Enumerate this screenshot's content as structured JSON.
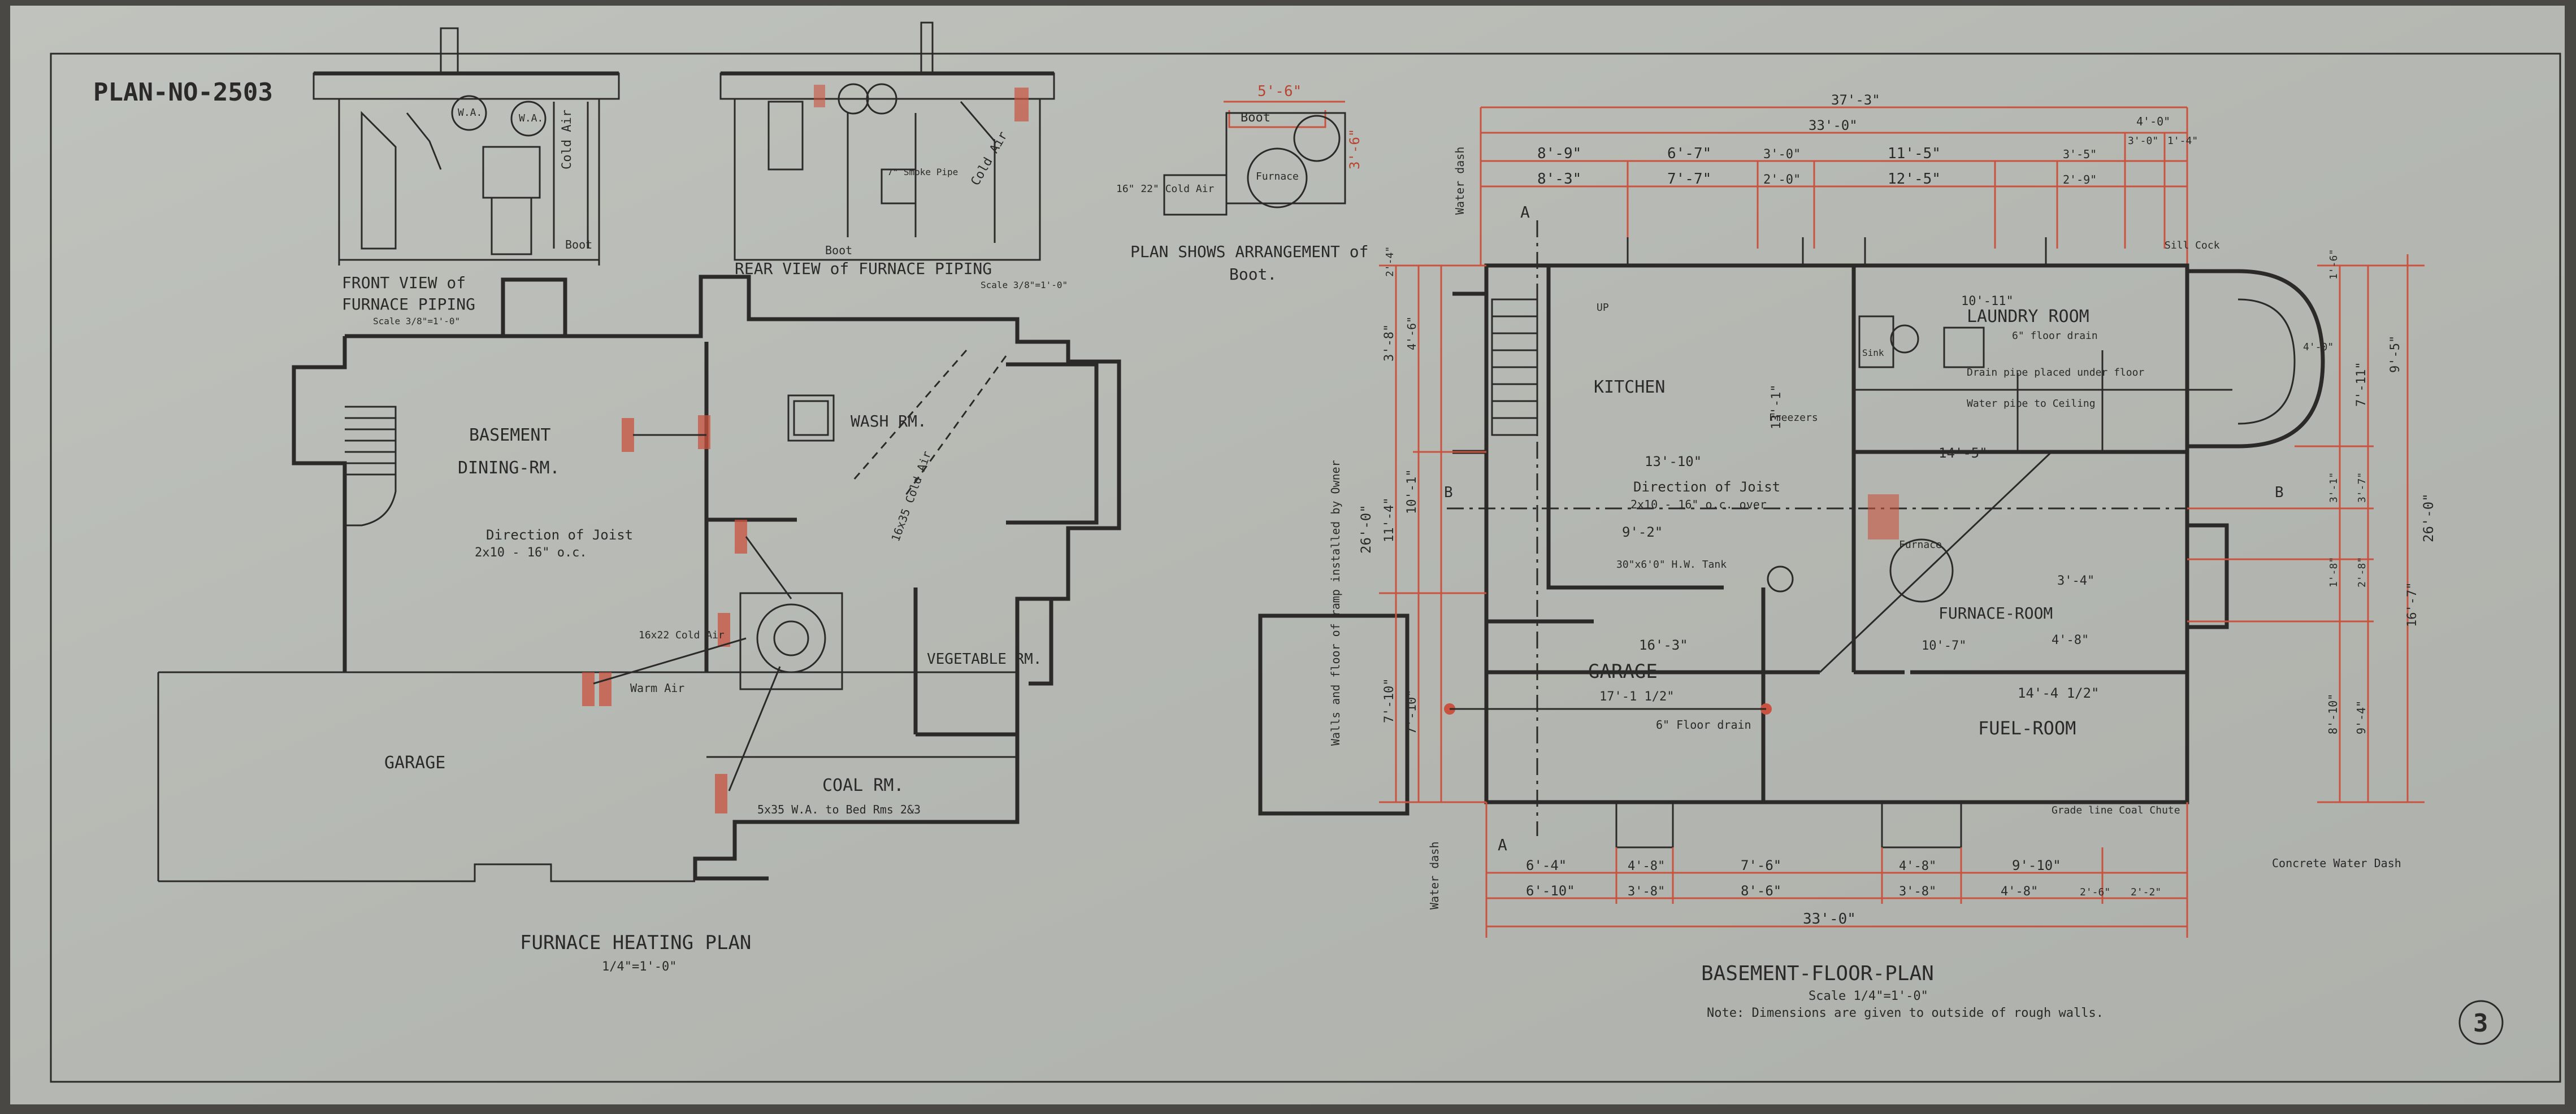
{
  "colors": {
    "paper": "#b9bcb6",
    "ink": "#2b2a28",
    "red": "#c9533f",
    "frame": "#4a4844"
  },
  "sheet": {
    "plan_no": "PLAN-NO-2503",
    "sheet_no": "3"
  },
  "front_view": {
    "title": "FRONT VIEW of",
    "title2": "FURNACE PIPING",
    "scale": "Scale 3/8\"=1'-0\"",
    "cold_air": "Cold Air",
    "boot": "Boot",
    "wa1": "W.A.",
    "wa2": "W.A."
  },
  "rear_view": {
    "title": "REAR VIEW of FURNACE PIPING",
    "scale": "Scale 3/8\"=1'-0\"",
    "cold_air": "Cold Air",
    "boot": "Boot",
    "smoke": "7\" Smoke Pipe"
  },
  "boot_plan": {
    "dim_w": "5'-6\"",
    "dim_h": "3'-6\"",
    "boot": "Boot",
    "furnace": "Furnace",
    "cold_air": "16\" 22\" Cold Air",
    "note": "PLAN SHOWS ARRANGEMENT of",
    "note2": "Boot."
  },
  "heating_plan": {
    "title": "FURNACE HEATING PLAN",
    "scale": "1/4\"=1'-0\"",
    "rooms": {
      "dining": "BASEMENT",
      "dining2": "DINING-RM.",
      "wash": "WASH RM.",
      "vegetable": "VEGETABLE RM.",
      "coal": "COAL RM.",
      "garage": "GARAGE"
    },
    "notes": {
      "joist": "Direction of Joist",
      "joist2": "2x10 - 16\" o.c.",
      "warm_air": "Warm Air",
      "cold_air": "16x22 Cold Air",
      "bed_rms": "5x35 W.A. to Bed Rms 2&3",
      "cold_air2": "16x35 Cold Air"
    }
  },
  "floor_plan": {
    "title": "BASEMENT-FLOOR-PLAN",
    "scale": "Scale 1/4\"=1'-0\"",
    "note": "Note: Dimensions are given to outside of rough walls.",
    "rooms": {
      "kitchen": "KITCHEN",
      "laundry": "LAUNDRY ROOM",
      "furnace": "FURNACE-ROOM",
      "garage": "GARAGE",
      "fuel": "FUEL-ROOM"
    },
    "notes": {
      "joist": "Direction of Joist",
      "joist2": "2x10 - 16\" o.c. over",
      "floor_drain": "6\" Floor drain",
      "floor_drain2": "6\" floor drain",
      "drain_pipe": "Drain pipe placed under floor",
      "water_pipe": "Water pipe to Ceiling",
      "tank": "30\"x6'0\" H.W. Tank",
      "ramp": "Walls and floor of ramp installed by Owner",
      "furnace": "Furnace",
      "up": "UP",
      "water_dash": "Water dash",
      "water_dash2": "Water dash",
      "concrete": "Concrete Water Dash",
      "grade": "Grade line Coal Chute",
      "sill": "Sill Cock",
      "freezers": "Freezers",
      "sink": "Sink"
    },
    "section": {
      "a": "A",
      "b": "B"
    },
    "dims_top": {
      "overall": "37'-3\"",
      "d33": "33'-0\"",
      "d89": "8'-9\"",
      "d83": "8'-3\"",
      "d67": "6'-7\"",
      "d77": "7'-7\"",
      "d30": "3'-0\"",
      "d20": "2'-0\"",
      "d115": "11'-5\"",
      "d125": "12'-5\"",
      "d35": "3'-5\"",
      "d29": "2'-9\"",
      "d40": "4'-0\"",
      "d30b": "3'-0\"",
      "d14": "1'-4\""
    },
    "dims_bottom": {
      "d64": "6'-4\"",
      "d610": "6'-10\"",
      "d48": "4'-8\"",
      "d38": "3'-8\"",
      "d76": "7'-6\"",
      "d86": "8'-6\"",
      "d48b": "4'-8\"",
      "d38b": "3'-8\"",
      "d910": "9'-10\"",
      "d48c": "4'-8\"",
      "d26": "2'-6\"",
      "d22": "2'-2\"",
      "total": "33'-0\""
    },
    "dims_right": {
      "d95": "9'-5\"",
      "d711": "7'-11\"",
      "d16": "1'-6\"",
      "d260": "26'-0\"",
      "d31": "3'-1\"",
      "d37": "3'-7\"",
      "d167": "16'-7\"",
      "d18": "1'-8\"",
      "d28": "2'-8\"",
      "d810": "8'-10\"",
      "d94": "9'-4\"",
      "d40": "4'-0\""
    },
    "dims_left": {
      "d260": "26'-0\"",
      "d114": "11'-4\"",
      "d101": "10'-1\"",
      "d38": "3'-8\"",
      "d46": "4'-6\"",
      "d710": "7'-10\"",
      "d710b": "7'-10\"",
      "d24": "2'-4\""
    },
    "dims_inner": {
      "d1310": "13'-10\"",
      "d92": "9'-2\"",
      "d163": "16'-3\"",
      "d1711": "17'-1 1/2\"",
      "d1011": "10'-11\"",
      "d145": "14'-5\"",
      "d107": "10'-7\"",
      "d1441": "14'-4 1/2\"",
      "d48": "4'-8\"",
      "d34": "3'-4\"",
      "d131": "13'-1\""
    }
  }
}
